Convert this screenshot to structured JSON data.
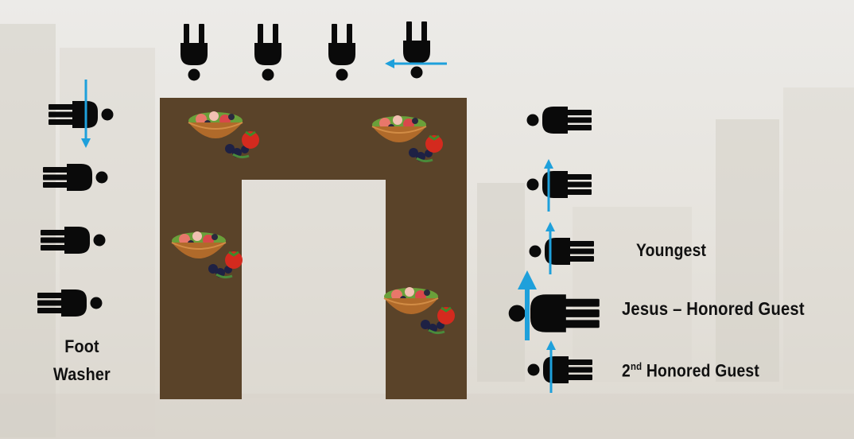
{
  "labels": {
    "foot_washer_line1": "Foot",
    "foot_washer_line2": "Washer",
    "youngest": "Youngest",
    "jesus": "Jesus – Honored Guest",
    "second_main": "2",
    "second_sup": "nd",
    "second_rest": " Honored Guest"
  },
  "colors": {
    "table": "#5a4329",
    "figure": "#0a0a0a",
    "arrow": "#1ea0db"
  },
  "icons": {
    "person": "person-figure-icon",
    "bowl": "salad-bowl-icon",
    "arrow": "blue-arrow-icon"
  }
}
